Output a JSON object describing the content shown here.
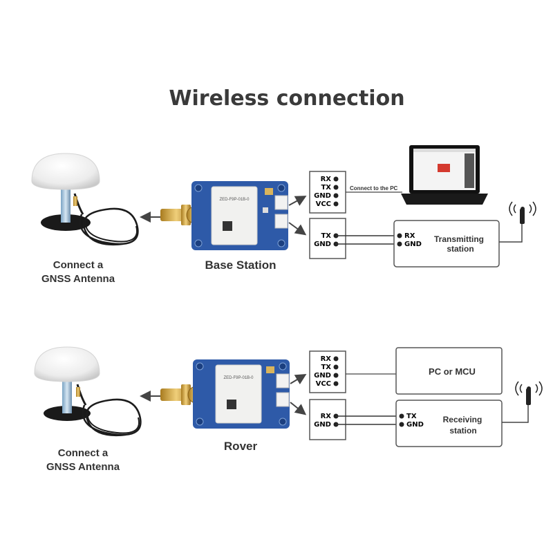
{
  "title": "Wireless connection",
  "base": {
    "antenna_caption_1": "Connect a",
    "antenna_caption_2": "GNSS Antenna",
    "board_label": "Base Station",
    "pins_top": [
      "RX",
      "TX",
      "GND",
      "VCC"
    ],
    "pc_connection_label": "Connect to the PC",
    "pins_bottom": [
      "TX",
      "GND"
    ],
    "radio_pins": [
      "RX",
      "GND"
    ],
    "radio_label_1": "Transmitting",
    "radio_label_2": "station"
  },
  "rover": {
    "antenna_caption_1": "Connect a",
    "antenna_caption_2": "GNSS Antenna",
    "board_label": "Rover",
    "pins_top": [
      "RX",
      "TX",
      "GND",
      "VCC"
    ],
    "pc_box_label": "PC or MCU",
    "pins_bottom": [
      "RX",
      "GND"
    ],
    "radio_pins": [
      "TX",
      "GND"
    ],
    "radio_label_1": "Receiving",
    "radio_label_2": "station"
  },
  "module_label": "ZED-F9P-01B-0",
  "colors": {
    "text": "#333333",
    "board": "#2e5aa8",
    "module": "#f1f1ef",
    "antenna_dome": "#f4f4f4",
    "connector": "#c99a2e",
    "cable": "#1c1c1c",
    "line": "#444444"
  }
}
